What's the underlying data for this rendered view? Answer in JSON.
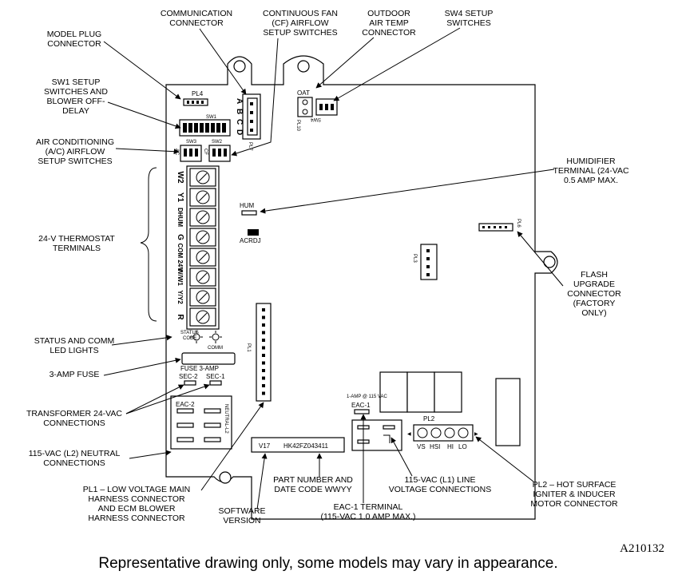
{
  "callouts": {
    "communication_connector": [
      "COMMUNICATION",
      "CONNECTOR"
    ],
    "cf_airflow": [
      "CONTINUOUS FAN",
      "(CF) AIRFLOW",
      "SETUP SWITCHES"
    ],
    "outdoor_air_temp": [
      "OUTDOOR",
      "AIR TEMP",
      "CONNECTOR"
    ],
    "sw4_setup": [
      "SW4 SETUP",
      "SWITCHES"
    ],
    "model_plug": [
      "MODEL PLUG",
      "CONNECTOR"
    ],
    "sw1_setup": [
      "SW1 SETUP",
      "SWITCHES AND",
      "BLOWER OFF-",
      "DELAY"
    ],
    "ac_airflow": [
      "AIR CONDITIONING",
      "(A/C) AIRFLOW",
      "SETUP SWITCHES"
    ],
    "humidifier": [
      "HUMIDIFIER",
      "TERMINAL (24-VAC",
      "0.5 AMP MAX."
    ],
    "thermostat": [
      "24-V THERMOSTAT",
      "TERMINALS"
    ],
    "flash_upgrade": [
      "FLASH",
      "UPGRADE",
      "CONNECTOR",
      "(FACTORY",
      "ONLY)"
    ],
    "status_comm": [
      "STATUS AND COMM",
      "LED LIGHTS"
    ],
    "fuse": [
      "3-AMP FUSE"
    ],
    "transformer": [
      "TRANSFORMER 24-VAC",
      "CONNECTIONS"
    ],
    "neutral": [
      "115-VAC (L2) NEUTRAL",
      "CONNECTIONS"
    ],
    "pl1": [
      "PL1 – LOW VOLTAGE MAIN",
      "HARNESS CONNECTOR",
      "AND ECM BLOWER",
      "HARNESS CONNECTOR"
    ],
    "software": [
      "SOFTWARE",
      "VERSION"
    ],
    "part_number": [
      "PART NUMBER AND",
      "DATE CODE WWYY"
    ],
    "eac1": [
      "EAC-1 TERMINAL",
      "(115-VAC 1.0 AMP MAX.)"
    ],
    "line_voltage": [
      "115-VAC (L1) LINE",
      "VOLTAGE  CONNECTIONS"
    ],
    "pl2": [
      "PL2 – HOT SURFACE",
      "IGNITER & INDUCER",
      "MOTOR CONNECTOR"
    ]
  },
  "board": {
    "pl4": "PL4",
    "abcd": [
      "A",
      "B",
      "C",
      "D"
    ],
    "pl7": "PL7",
    "oat": "OAT",
    "pl10": "PL10",
    "sw4": "SW4",
    "sw1": "SW1",
    "sw3": "SW3",
    "sw2": "SW2",
    "ac_label": "AC",
    "cf_label": "CF",
    "terminals": [
      "W2",
      "Y1",
      "DHUM",
      "G",
      "COM 24V",
      "W/W1",
      "Y/Y2",
      "R"
    ],
    "hum": "HUM",
    "acrdj": "ACRDJ",
    "pl6": "PL6",
    "pl3": "PL3",
    "status_code": [
      "STATUS",
      "CODE"
    ],
    "comm": "COMM",
    "fuse_label": "FUSE 3-AMP",
    "sec2": "SEC-2",
    "sec1": "SEC-1",
    "pl1": "PL1",
    "eac2": "EAC-2",
    "neutral_l2": "NEUTRAL-L2",
    "eac1_rating": "1-AMP @ 115 VAC",
    "eac1": "EAC-1",
    "pl2": "PL2",
    "pl2_pins": [
      "VS",
      "HSI",
      "HI",
      "LO"
    ],
    "version": "V17",
    "part_number": "HK42FZ043411"
  },
  "footer": {
    "figure_id": "A210132",
    "caption": "Representative drawing only, some models may vary in appearance."
  }
}
